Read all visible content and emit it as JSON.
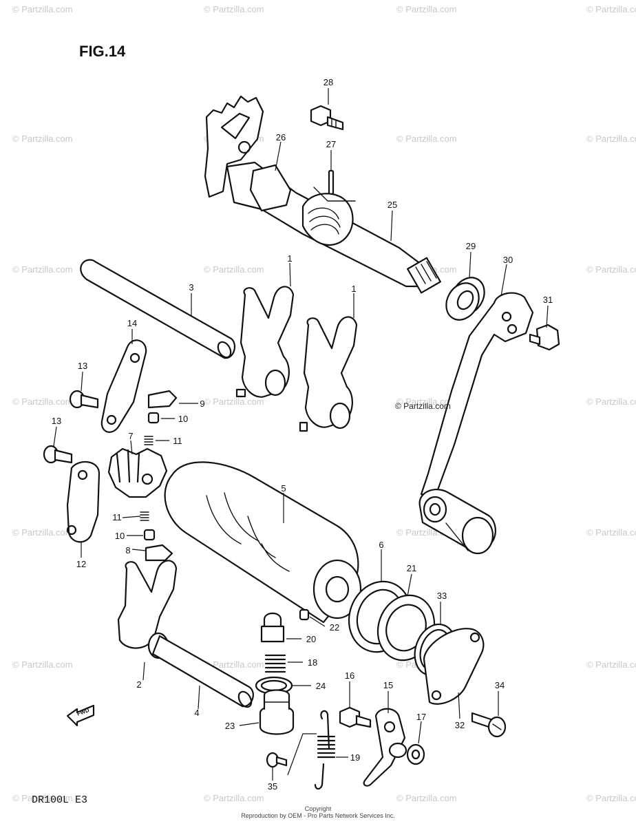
{
  "figure": {
    "title": "FIG.14",
    "model_code": "DR100L E3",
    "fwd_label": "FWD"
  },
  "credit": "© Partzilla.com",
  "watermark": "© Partzilla.com",
  "footer": {
    "line1": "Copyright",
    "line2": "Reproduction by OEM - Pro Parts Network Services Inc."
  },
  "callouts": [
    {
      "n": "1"
    },
    {
      "n": "1"
    },
    {
      "n": "2"
    },
    {
      "n": "3"
    },
    {
      "n": "4"
    },
    {
      "n": "5"
    },
    {
      "n": "6"
    },
    {
      "n": "7"
    },
    {
      "n": "8"
    },
    {
      "n": "9"
    },
    {
      "n": "10"
    },
    {
      "n": "10"
    },
    {
      "n": "11"
    },
    {
      "n": "11"
    },
    {
      "n": "12"
    },
    {
      "n": "13"
    },
    {
      "n": "13"
    },
    {
      "n": "14"
    },
    {
      "n": "15"
    },
    {
      "n": "16"
    },
    {
      "n": "17"
    },
    {
      "n": "18"
    },
    {
      "n": "19"
    },
    {
      "n": "20"
    },
    {
      "n": "21"
    },
    {
      "n": "22"
    },
    {
      "n": "23"
    },
    {
      "n": "24"
    },
    {
      "n": "25"
    },
    {
      "n": "26"
    },
    {
      "n": "27"
    },
    {
      "n": "28"
    },
    {
      "n": "29"
    },
    {
      "n": "30"
    },
    {
      "n": "31"
    },
    {
      "n": "32"
    },
    {
      "n": "33"
    },
    {
      "n": "34"
    },
    {
      "n": "35"
    }
  ]
}
